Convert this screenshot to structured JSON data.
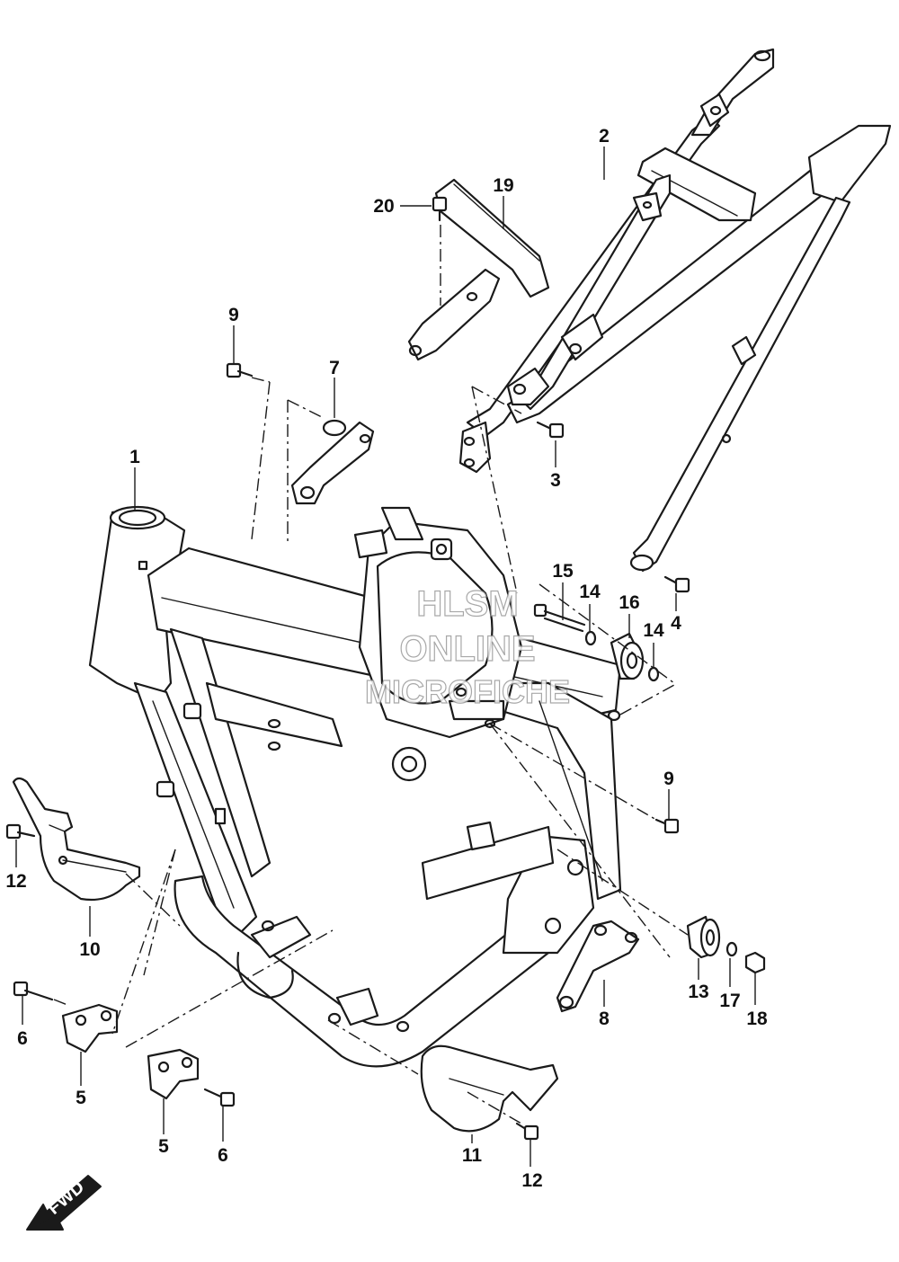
{
  "diagram": {
    "part_callouts": [
      {
        "id": "c1",
        "label": "1"
      },
      {
        "id": "c2",
        "label": "2"
      },
      {
        "id": "c3",
        "label": "3"
      },
      {
        "id": "c4",
        "label": "4"
      },
      {
        "id": "c5a",
        "label": "5"
      },
      {
        "id": "c5b",
        "label": "5"
      },
      {
        "id": "c6a",
        "label": "6"
      },
      {
        "id": "c6b",
        "label": "6"
      },
      {
        "id": "c7",
        "label": "7"
      },
      {
        "id": "c8",
        "label": "8"
      },
      {
        "id": "c9a",
        "label": "9"
      },
      {
        "id": "c9b",
        "label": "9"
      },
      {
        "id": "c10",
        "label": "10"
      },
      {
        "id": "c11",
        "label": "11"
      },
      {
        "id": "c12a",
        "label": "12"
      },
      {
        "id": "c12b",
        "label": "12"
      },
      {
        "id": "c13",
        "label": "13"
      },
      {
        "id": "c14a",
        "label": "14"
      },
      {
        "id": "c14b",
        "label": "14"
      },
      {
        "id": "c15",
        "label": "15"
      },
      {
        "id": "c16",
        "label": "16"
      },
      {
        "id": "c17",
        "label": "17"
      },
      {
        "id": "c18",
        "label": "18"
      },
      {
        "id": "c19",
        "label": "19"
      },
      {
        "id": "c20",
        "label": "20"
      }
    ],
    "watermark": [
      "HLSM",
      "ONLINE",
      "MICROFICHE"
    ],
    "direction_arrow_label": "FWD"
  }
}
